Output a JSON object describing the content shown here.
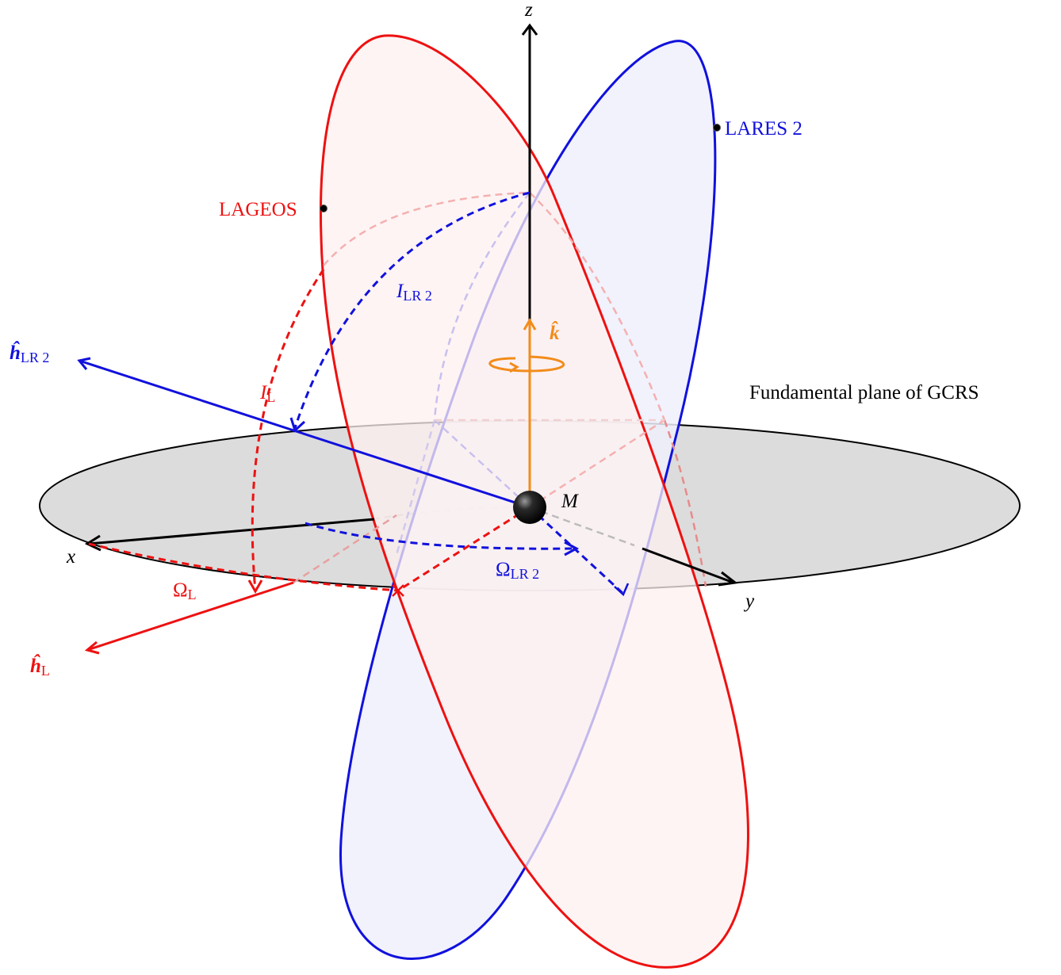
{
  "labels": {
    "z_axis": "z",
    "x_axis": "x",
    "y_axis": "y",
    "central_mass": "M",
    "lageos": "LAGEOS",
    "lares2": "LARES 2",
    "k_hat": "k̂",
    "h_lr2_main": "ĥ",
    "h_lr2_sub": "LR 2",
    "h_l_main": "ĥ",
    "h_l_sub": "L",
    "i_lr2_main": "I",
    "i_lr2_sub": "LR 2",
    "i_l_main": "I",
    "i_l_sub": "L",
    "omega_l_main": "Ω",
    "omega_l_sub": "L",
    "omega_lr2_main": "Ω",
    "omega_lr2_sub": "LR 2",
    "fundamental_plane": "Fundamental plane of GCRS"
  },
  "colors": {
    "lageos": "#ee1111",
    "lares2": "#1111dd",
    "k_vector": "#f28c1a",
    "axes": "#000000",
    "plane_fill": "#dcdcdc",
    "lageos_fill": "#fdf0f0",
    "lares2_fill": "#eef0fc"
  }
}
